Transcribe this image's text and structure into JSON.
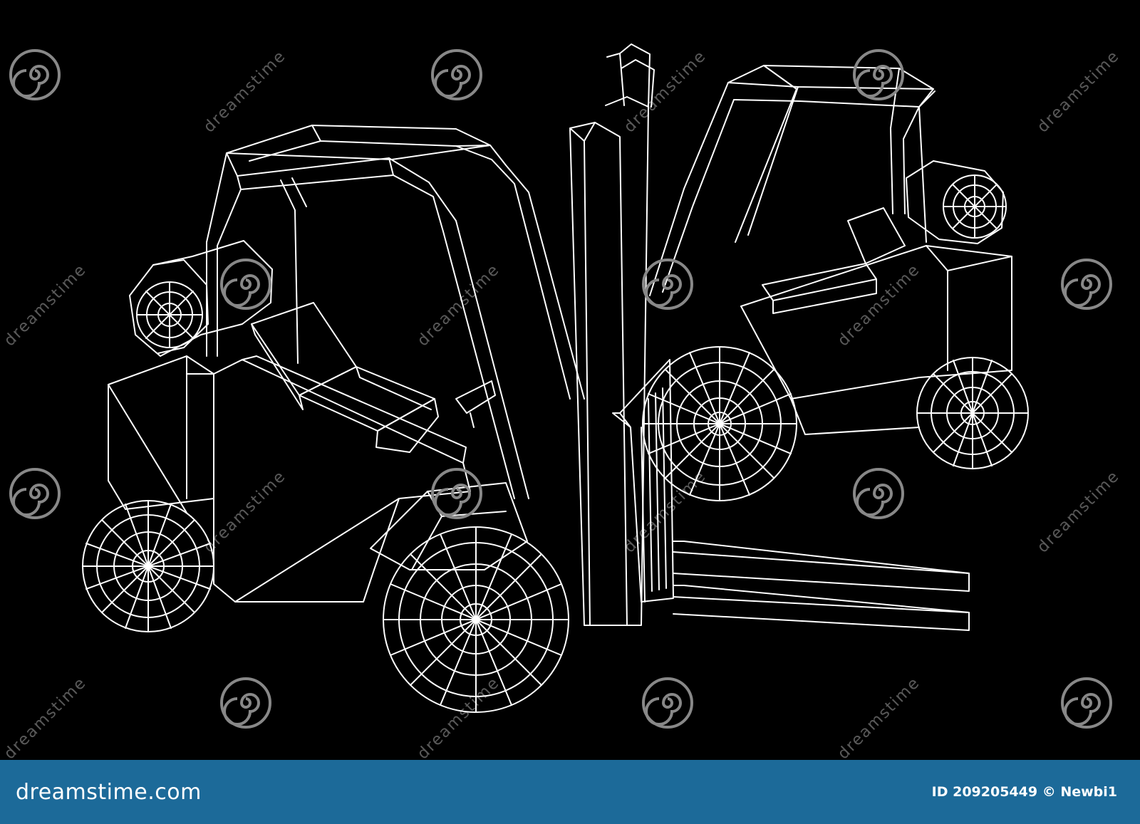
{
  "colors": {
    "background": "#000000",
    "wireframe": "#ffffff",
    "footer": "#1c6a99",
    "watermark": "#ffffff"
  },
  "subject": "two wireframe forklift trucks",
  "watermark": {
    "icon": "spiral-logo-icon",
    "word": "dreamstime"
  },
  "footer": {
    "brand": "dreamstime.com",
    "credit": "ID 209205449 © Newbi1"
  }
}
